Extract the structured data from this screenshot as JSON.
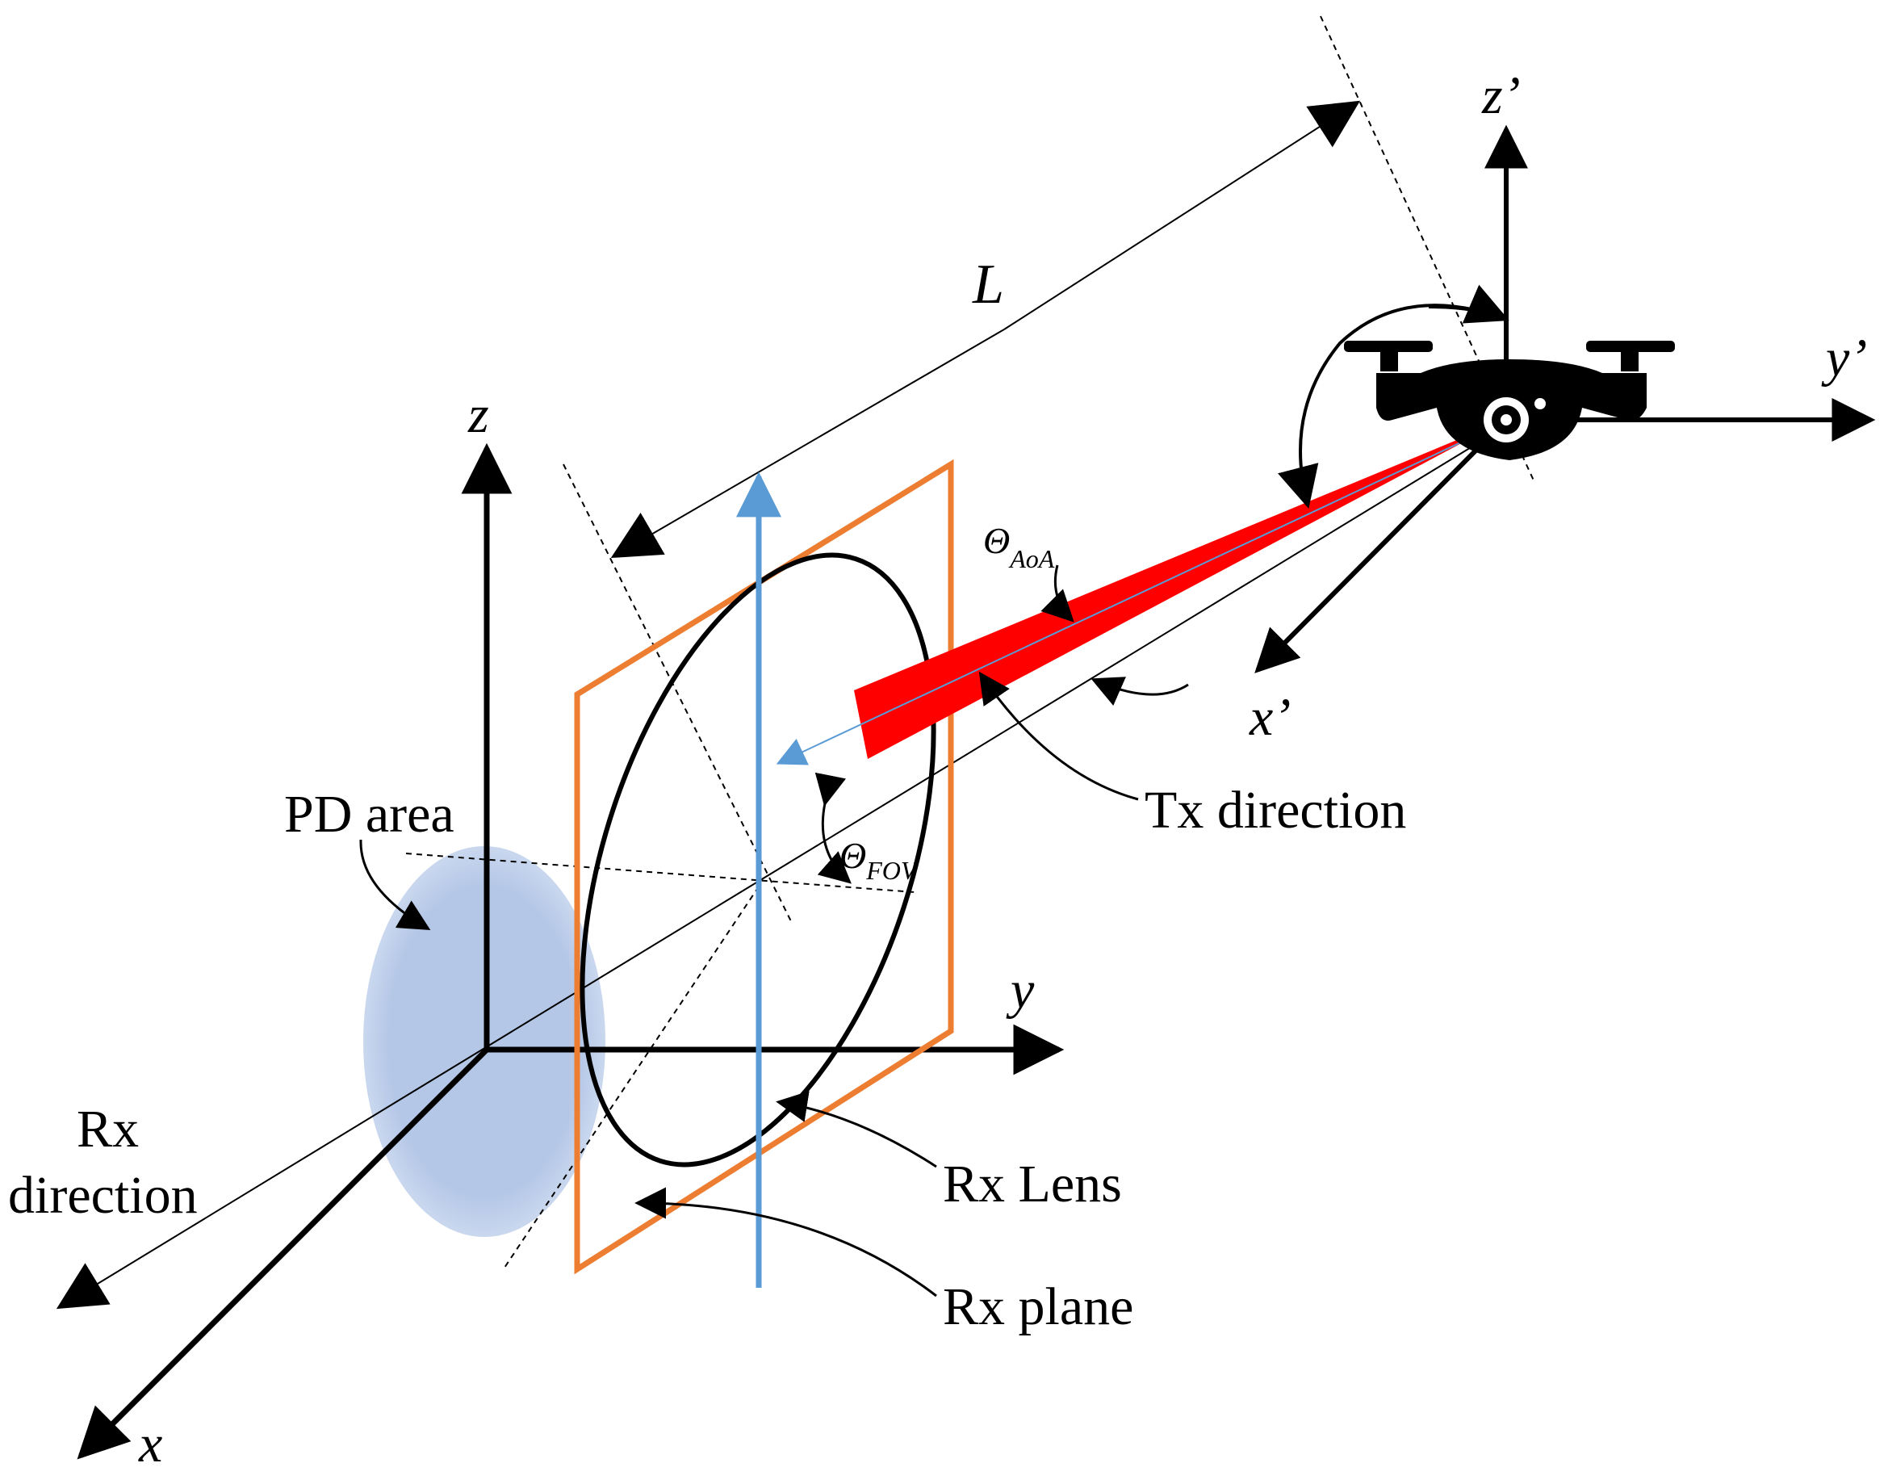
{
  "diagram": {
    "labels": {
      "z": "z",
      "y": "y",
      "x": "x",
      "z_prime": "z’",
      "y_prime": "y’",
      "x_prime": "x’",
      "length": "L",
      "theta": "Θ",
      "aoa_sub": "AoA",
      "fov_sub": "FOV",
      "pd_area": "PD area",
      "tx_direction": "Tx direction",
      "rx_direction_line1": "Rx",
      "rx_direction_line2": "direction",
      "rx_lens": "Rx Lens",
      "rx_plane": "Rx plane"
    },
    "icons": {
      "drone": "drone-icon"
    },
    "colors": {
      "beam": "#ff0000",
      "rx_plane": "#ed7d31",
      "normal_arrow": "#5b9bd5",
      "pd_area": "#b4c7e7",
      "line": "#000000"
    }
  }
}
